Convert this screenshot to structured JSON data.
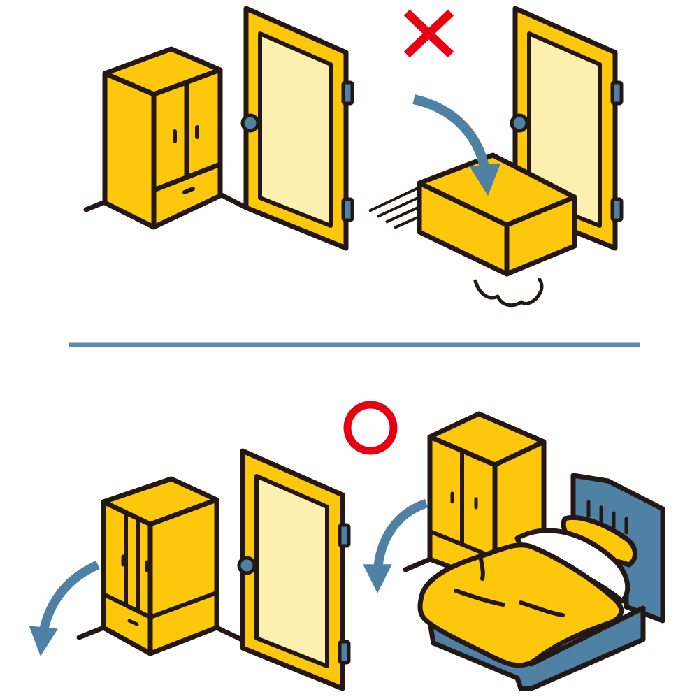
{
  "diagram": {
    "panels": [
      {
        "id": "wrong",
        "mark": "cross",
        "mark_color": "#e60012"
      },
      {
        "id": "right",
        "mark": "circle",
        "mark_color": "#e60012"
      }
    ],
    "colors": {
      "furniture": "#fdc70c",
      "door_panel": "#fdefb0",
      "outline": "#231815",
      "arrow": "#4f81a5",
      "divider": "#5e8aab",
      "bed_frame": "#4f81a5",
      "sheet": "#ffffff"
    }
  }
}
